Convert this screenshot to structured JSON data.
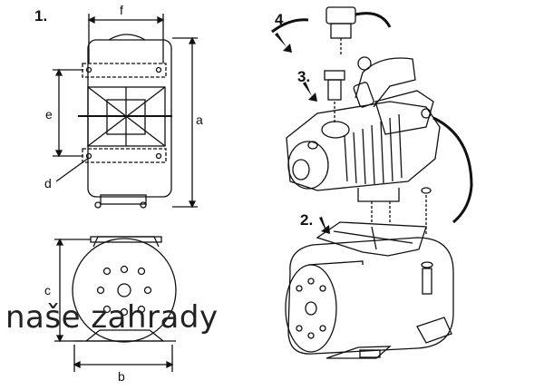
{
  "figure": {
    "step1": "1.",
    "step2": "2.",
    "step3": "3.",
    "step4": "4.",
    "dim_f": "f",
    "dim_e": "e",
    "dim_a": "a",
    "dim_d": "d",
    "dim_c": "c",
    "dim_b": "b"
  },
  "watermark": "naše zahrady"
}
